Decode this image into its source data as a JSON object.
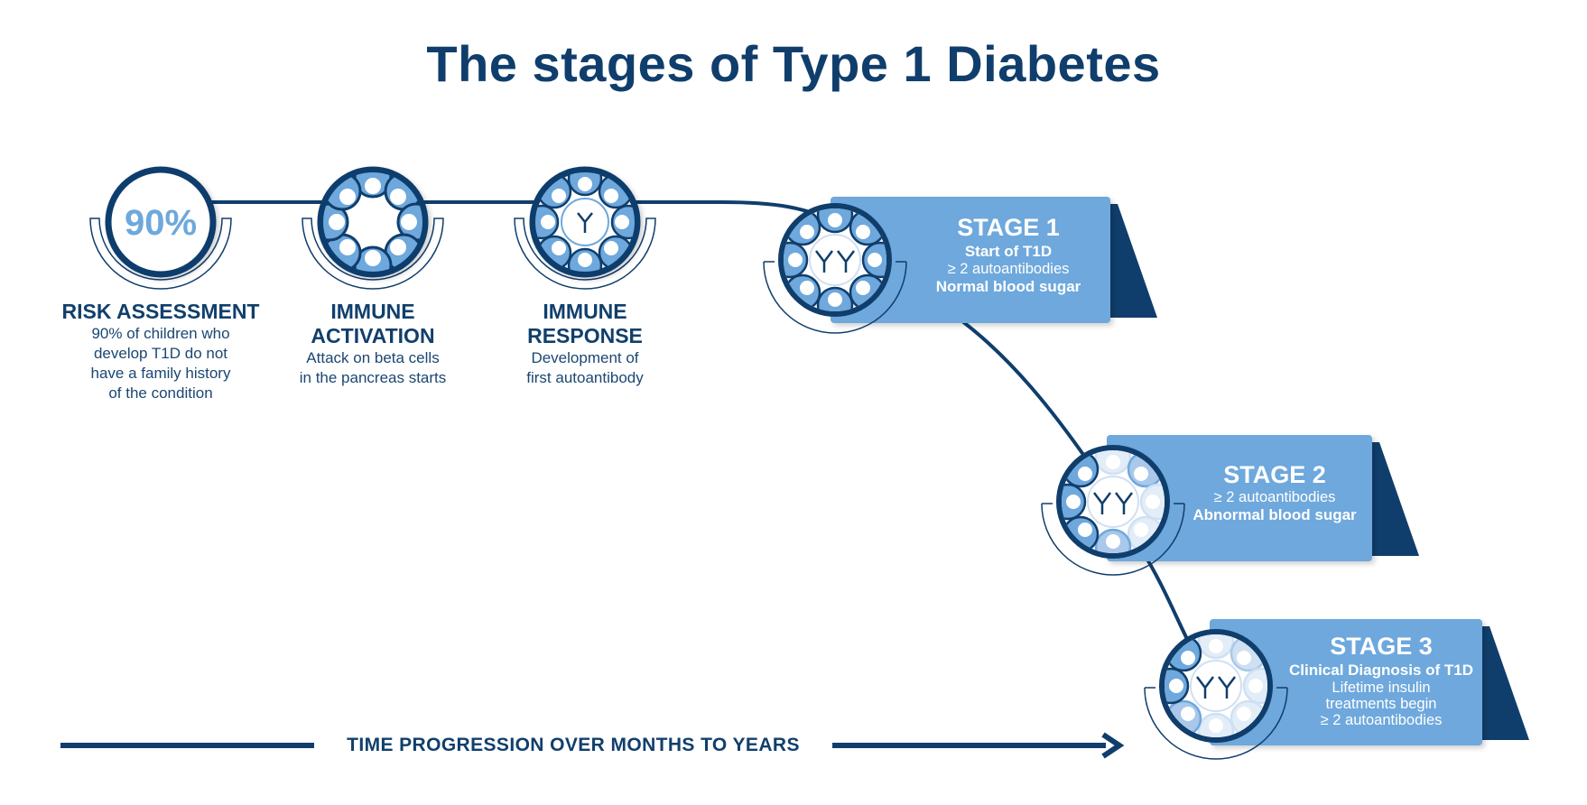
{
  "title": "The stages of Type 1 Diabetes",
  "colors": {
    "navy": "#103e6c",
    "light_blue": "#6ea8dc",
    "pale_blue": "#cfe0f2",
    "white": "#ffffff"
  },
  "steps": [
    {
      "icon": "percentage-circle-icon",
      "badge": "90%",
      "heading_lines": [
        "RISK ASSESSMENT"
      ],
      "desc_lines": [
        "90% of children who",
        "develop T1D do not",
        "have a family history",
        "of the condition"
      ]
    },
    {
      "icon": "beta-cell-ring-icon",
      "heading_lines": [
        "IMMUNE",
        "ACTIVATION"
      ],
      "desc_lines": [
        "Attack on beta cells",
        "in the pancreas starts"
      ]
    },
    {
      "icon": "single-antibody-cell-icon",
      "heading_lines": [
        "IMMUNE",
        "RESPONSE"
      ],
      "desc_lines": [
        "Development of",
        "first autoantibody"
      ]
    }
  ],
  "stages": [
    {
      "icon": "double-antibody-cell-icon",
      "title": "STAGE 1",
      "lines": [
        {
          "text": "Start of T1D",
          "bold": true
        },
        {
          "text": "≥ 2 autoantibodies",
          "bold": false
        },
        {
          "text": "Normal blood sugar",
          "bold": true
        }
      ]
    },
    {
      "icon": "double-antibody-cell-icon",
      "title": "STAGE 2",
      "lines": [
        {
          "text": "≥ 2 autoantibodies",
          "bold": false
        },
        {
          "text": "Abnormal blood sugar",
          "bold": true
        }
      ]
    },
    {
      "icon": "double-antibody-cell-icon",
      "title": "STAGE 3",
      "lines": [
        {
          "text": "Clinical Diagnosis of T1D",
          "bold": true
        },
        {
          "text": "Lifetime insulin",
          "bold": false
        },
        {
          "text": "treatments begin",
          "bold": false
        },
        {
          "text": "≥ 2 autoantibodies",
          "bold": false
        }
      ]
    }
  ],
  "timeline": {
    "label": "TIME PROGRESSION OVER MONTHS TO YEARS",
    "arrow_icon": "arrow-right-icon"
  }
}
